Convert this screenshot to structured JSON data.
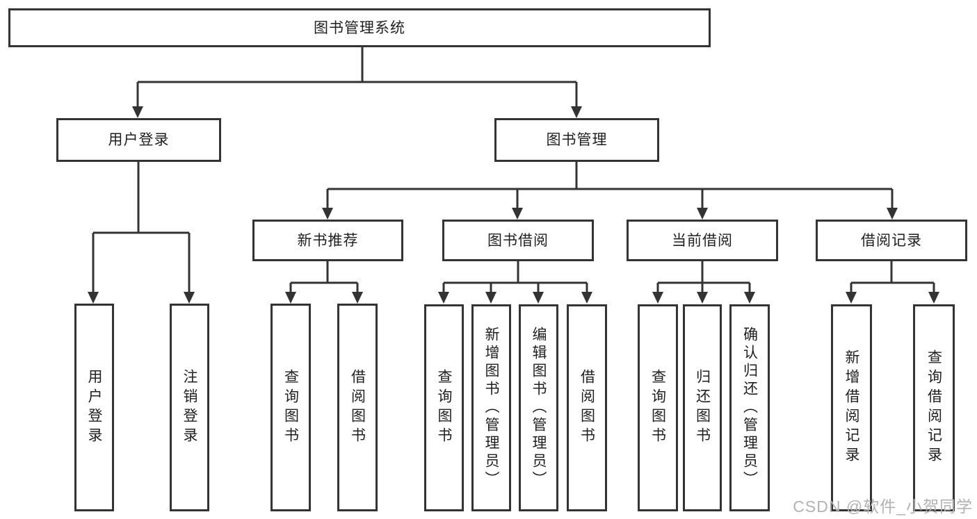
{
  "diagram_title": "图书管理系统",
  "watermark": "CSDN @软件_小贺同学",
  "colors": {
    "line": "#333333",
    "text": "#1f1f1f",
    "watermark": "#b2b2b2",
    "background": "#ffffff"
  },
  "nodes": {
    "root": {
      "label": "图书管理系统"
    },
    "user_login": {
      "label": "用户登录"
    },
    "book_mgmt": {
      "label": "图书管理"
    },
    "new_book_rec": {
      "label": "新书推荐"
    },
    "book_borrow": {
      "label": "图书借阅"
    },
    "current_borrow": {
      "label": "当前借阅"
    },
    "borrow_records": {
      "label": "借阅记录"
    },
    "leaf_user_login": {
      "label": "用户登录"
    },
    "leaf_logout": {
      "label": "注销登录"
    },
    "leaf_rec_query": {
      "label": "查询图书"
    },
    "leaf_rec_borrow": {
      "label": "借阅图书"
    },
    "leaf_bb_query": {
      "label": "查询图书"
    },
    "leaf_bb_add": {
      "label": "新增图书（管理员）"
    },
    "leaf_bb_edit": {
      "label": "编辑图书（管理员）"
    },
    "leaf_bb_borrow": {
      "label": "借阅图书"
    },
    "leaf_cb_query": {
      "label": "查询图书"
    },
    "leaf_cb_return": {
      "label": "归还图书"
    },
    "leaf_cb_confirm": {
      "label": "确认归还（管理员）"
    },
    "leaf_br_add": {
      "label": "新增借阅记录"
    },
    "leaf_br_query": {
      "label": "查询借阅记录"
    }
  },
  "hierarchy": {
    "root": "图书管理系统",
    "children": [
      {
        "label": "用户登录",
        "children": [
          "用户登录",
          "注销登录"
        ]
      },
      {
        "label": "图书管理",
        "children": [
          {
            "label": "新书推荐",
            "children": [
              "查询图书",
              "借阅图书"
            ]
          },
          {
            "label": "图书借阅",
            "children": [
              "查询图书",
              "新增图书（管理员）",
              "编辑图书（管理员）",
              "借阅图书"
            ]
          },
          {
            "label": "当前借阅",
            "children": [
              "查询图书",
              "归还图书",
              "确认归还（管理员）"
            ]
          },
          {
            "label": "借阅记录",
            "children": [
              "新增借阅记录",
              "查询借阅记录"
            ]
          }
        ]
      }
    ]
  }
}
